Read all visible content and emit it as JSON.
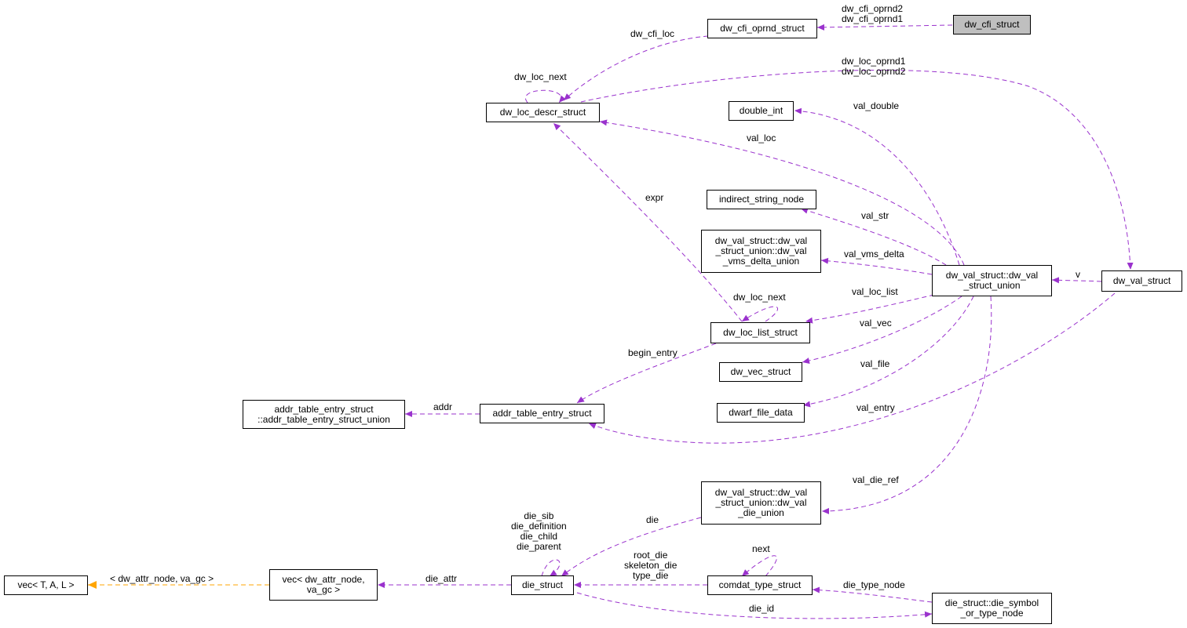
{
  "nodes": [
    {
      "id": "dw_cfi_struct",
      "lines": [
        "dw_cfi_struct"
      ],
      "current": true
    },
    {
      "id": "dw_cfi_oprnd_struct",
      "lines": [
        "dw_cfi_oprnd_struct"
      ]
    },
    {
      "id": "dw_loc_descr_struct",
      "lines": [
        "dw_loc_descr_struct"
      ]
    },
    {
      "id": "double_int",
      "lines": [
        "double_int"
      ]
    },
    {
      "id": "indirect_string_node",
      "lines": [
        "indirect_string_node"
      ]
    },
    {
      "id": "vms_delta_union",
      "lines": [
        "dw_val_struct::dw_val",
        "_struct_union::dw_val",
        "_vms_delta_union"
      ]
    },
    {
      "id": "dw_val_struct_union",
      "lines": [
        "dw_val_struct::dw_val",
        "_struct_union"
      ]
    },
    {
      "id": "dw_val_struct",
      "lines": [
        "dw_val_struct"
      ]
    },
    {
      "id": "dw_loc_list_struct",
      "lines": [
        "dw_loc_list_struct"
      ]
    },
    {
      "id": "dw_vec_struct",
      "lines": [
        "dw_vec_struct"
      ]
    },
    {
      "id": "dwarf_file_data",
      "lines": [
        "dwarf_file_data"
      ]
    },
    {
      "id": "addr_table_entry_struct_union",
      "lines": [
        "addr_table_entry_struct",
        "::addr_table_entry_struct_union"
      ]
    },
    {
      "id": "addr_table_entry_struct",
      "lines": [
        "addr_table_entry_struct"
      ]
    },
    {
      "id": "die_union",
      "lines": [
        "dw_val_struct::dw_val",
        "_struct_union::dw_val",
        "_die_union"
      ]
    },
    {
      "id": "die_struct",
      "lines": [
        "die_struct"
      ]
    },
    {
      "id": "comdat_type_struct",
      "lines": [
        "comdat_type_struct"
      ]
    },
    {
      "id": "die_symbol_or_type_node",
      "lines": [
        "die_struct::die_symbol",
        "_or_type_node"
      ]
    },
    {
      "id": "vec_dw_attr_node",
      "lines": [
        "vec< dw_attr_node,",
        "va_gc >"
      ]
    },
    {
      "id": "vec_T_A_L",
      "lines": [
        "vec< T, A, L >"
      ]
    }
  ],
  "edges": [
    {
      "id": "e-cfi-oprnd",
      "label": [
        "dw_cfi_oprnd2",
        "dw_cfi_oprnd1"
      ]
    },
    {
      "id": "e-cfi-loc",
      "label": [
        "dw_cfi_loc"
      ]
    },
    {
      "id": "e-loc-next",
      "label": [
        "dw_loc_next"
      ]
    },
    {
      "id": "e-loc-oprnd",
      "label": [
        "dw_loc_oprnd1",
        "dw_loc_oprnd2"
      ]
    },
    {
      "id": "e-val-double",
      "label": [
        "val_double"
      ]
    },
    {
      "id": "e-val-loc",
      "label": [
        "val_loc"
      ]
    },
    {
      "id": "e-expr",
      "label": [
        "expr"
      ]
    },
    {
      "id": "e-val-str",
      "label": [
        "val_str"
      ]
    },
    {
      "id": "e-val-vms-delta",
      "label": [
        "val_vms_delta"
      ]
    },
    {
      "id": "e-v",
      "label": [
        "v"
      ]
    },
    {
      "id": "e-val-loc-list",
      "label": [
        "val_loc_list"
      ]
    },
    {
      "id": "e-loclist-next",
      "label": [
        "dw_loc_next"
      ]
    },
    {
      "id": "e-val-vec",
      "label": [
        "val_vec"
      ]
    },
    {
      "id": "e-begin-entry",
      "label": [
        "begin_entry"
      ]
    },
    {
      "id": "e-val-file",
      "label": [
        "val_file"
      ]
    },
    {
      "id": "e-addr",
      "label": [
        "addr"
      ]
    },
    {
      "id": "e-val-entry",
      "label": [
        "val_entry"
      ]
    },
    {
      "id": "e-val-die-ref",
      "label": [
        "val_die_ref"
      ]
    },
    {
      "id": "e-die-self",
      "label": [
        "die_sib",
        "die_definition",
        "die_child",
        "die_parent"
      ]
    },
    {
      "id": "e-die",
      "label": [
        "die"
      ]
    },
    {
      "id": "e-comdat-next",
      "label": [
        "next"
      ]
    },
    {
      "id": "e-root-die",
      "label": [
        "root_die",
        "skeleton_die",
        "type_die"
      ]
    },
    {
      "id": "e-die-attr",
      "label": [
        "die_attr"
      ]
    },
    {
      "id": "e-die-type-node",
      "label": [
        "die_type_node"
      ]
    },
    {
      "id": "e-die-id",
      "label": [
        "die_id"
      ]
    },
    {
      "id": "e-template",
      "label": [
        "< dw_attr_node, va_gc >"
      ]
    }
  ],
  "colors": {
    "usage_edge": "#9a32cd",
    "template_edge": "#ffa500",
    "current_node_fill": "#bfbfbf"
  }
}
